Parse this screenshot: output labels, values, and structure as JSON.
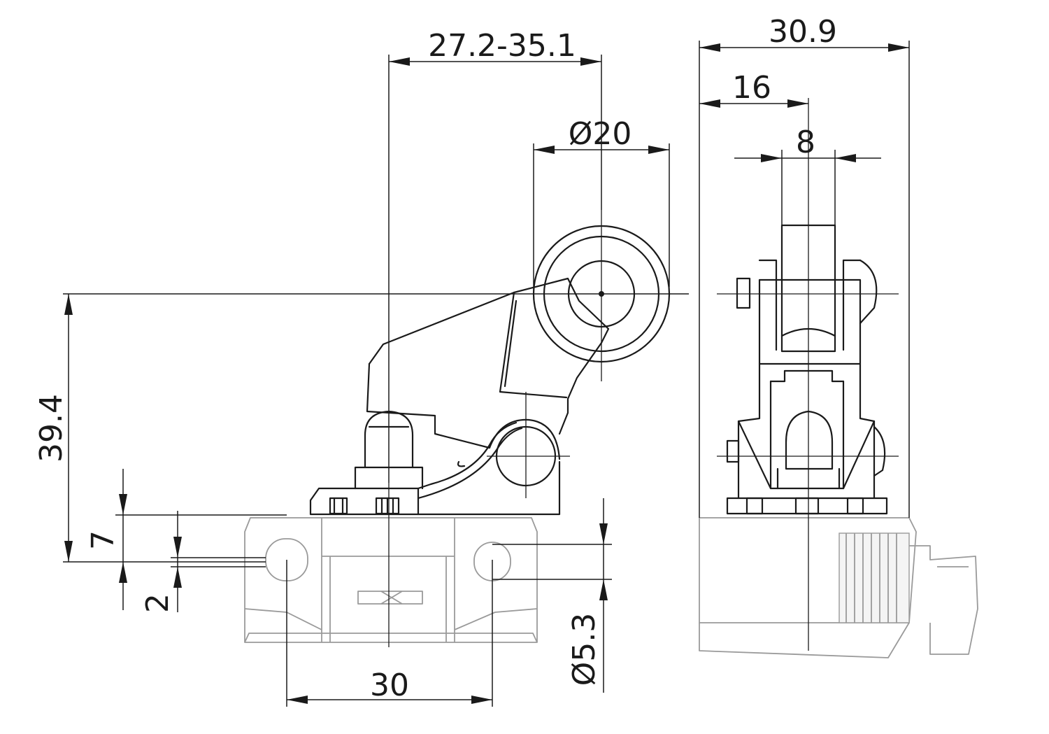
{
  "dimensions": {
    "lever_range": "27.2-35.1",
    "roller_diameter": "Ø20",
    "total_width": "30.9",
    "center_offset": "16",
    "roller_width": "8",
    "height_to_roller": "39.4",
    "base_offset": "7",
    "hole_offset": "2",
    "hole_spacing": "30",
    "hole_diameter": "Ø5.3"
  }
}
